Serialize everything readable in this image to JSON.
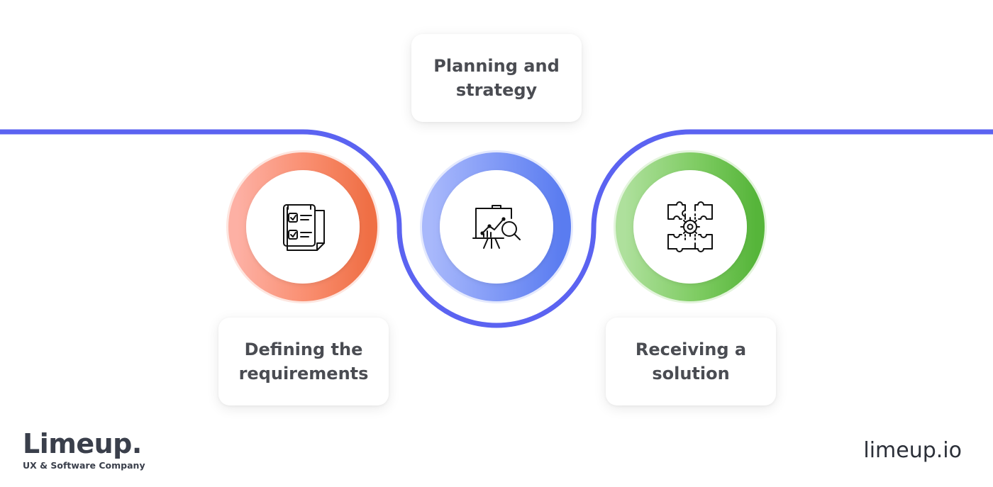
{
  "steps": [
    {
      "id": "defining",
      "label": "Defining the requirements",
      "icon": "checklist-icon",
      "color": "#f0744f"
    },
    {
      "id": "planning",
      "label": "Planning and strategy",
      "icon": "analytics-presentation-icon",
      "color": "#5b7cf0"
    },
    {
      "id": "receiving",
      "label": "Receiving a solution",
      "icon": "puzzle-gear-icon",
      "color": "#5bb840"
    }
  ],
  "colors": {
    "path_line": "#5b63f1",
    "card_text": "#4a4c52",
    "logo_text": "#3a3f4b"
  },
  "branding": {
    "logo": "Limeup.",
    "tagline": "UX & Software Company",
    "url": "limeup.io"
  }
}
